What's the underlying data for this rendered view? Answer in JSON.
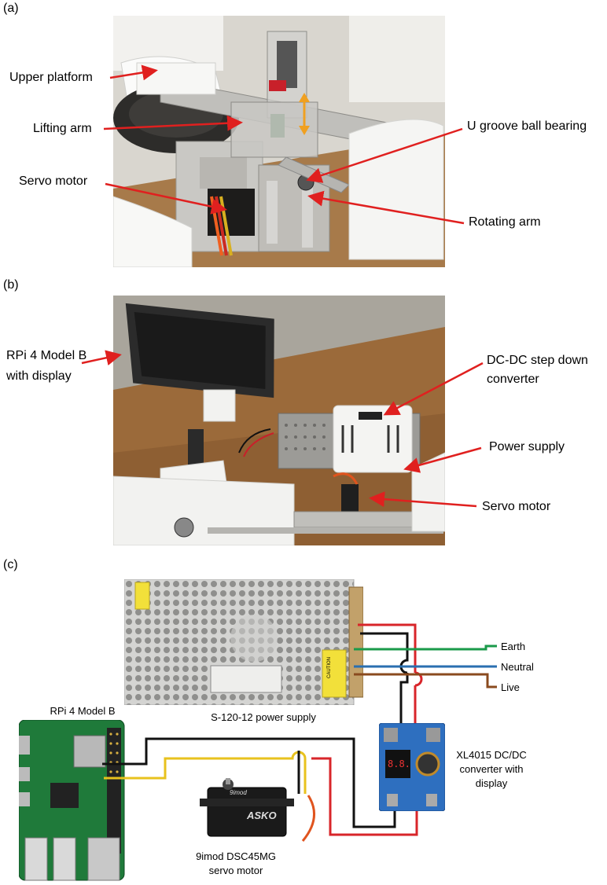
{
  "panel_a": {
    "letter": "(a)",
    "labels": {
      "upper_platform": "Upper platform",
      "lifting_arm": "Lifting arm",
      "servo_motor": "Servo motor",
      "u_groove": "U groove ball bearing",
      "rotating_arm": "Rotating arm"
    }
  },
  "panel_b": {
    "letter": "(b)",
    "labels": {
      "rpi_line1": "RPi 4 Model B",
      "rpi_line2": "with display",
      "dcdc_line1": "DC-DC step down",
      "dcdc_line2": "converter",
      "power_supply": "Power supply",
      "servo_motor": "Servo motor"
    }
  },
  "panel_c": {
    "letter": "(c)",
    "labels": {
      "earth": "Earth",
      "neutral": "Neutral",
      "live": "Live",
      "psu": "S-120-12 power supply",
      "rpi": "RPi 4 Model B",
      "conv_line1": "XL4015 DC/DC",
      "conv_line2": "converter with",
      "conv_line3": "display",
      "servo_line1": "9imod DSC45MG",
      "servo_line2": "servo motor"
    },
    "psu_warning": "CAUTION",
    "servo_brand": "9imod",
    "servo_model": "ASKO"
  },
  "colors": {
    "arrow_red": "#e0201f",
    "bearing_arrow": "#f0a020",
    "wire_red": "#d8252a",
    "wire_black": "#111111",
    "wire_yellow": "#e8c21e",
    "wire_green": "#1a9a4a",
    "wire_blue": "#2a6fb0",
    "wire_brown": "#8a4a1e"
  }
}
